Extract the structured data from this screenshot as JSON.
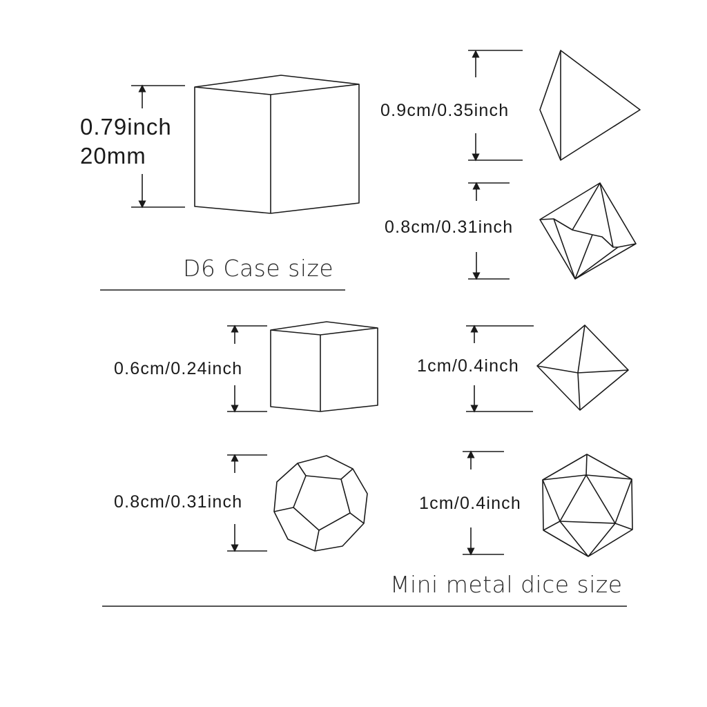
{
  "sections": {
    "case": {
      "caption": "D6 Case size",
      "item": {
        "name": "D6 case cube",
        "line1": "0.79inch",
        "line2": "20mm"
      }
    },
    "mini_dice": {
      "caption": "Mini metal dice size",
      "items": [
        {
          "name": "D4 tetrahedron",
          "label": "0.9cm/0.35inch"
        },
        {
          "name": "D10 trapezohedron",
          "label": "0.8cm/0.31inch"
        },
        {
          "name": "D6 cube",
          "label": "0.6cm/0.24inch"
        },
        {
          "name": "D8 octahedron",
          "label": "1cm/0.4inch"
        },
        {
          "name": "D12 dodecahedron",
          "label": "0.8cm/0.31inch"
        },
        {
          "name": "D20 icosahedron",
          "label": "1cm/0.4inch"
        }
      ]
    }
  },
  "colors": {
    "line": "#1a1a1a",
    "background": "#ffffff"
  }
}
